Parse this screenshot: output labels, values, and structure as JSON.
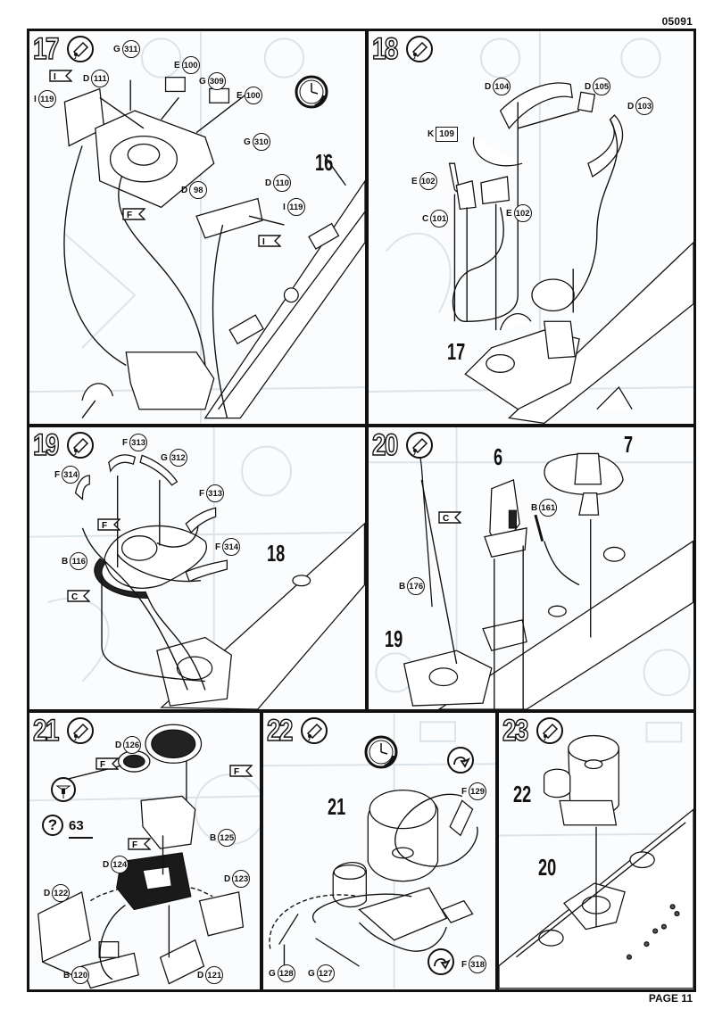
{
  "header": {
    "document_code": "05091"
  },
  "footer": {
    "page_label": "PAGE 11"
  },
  "colors": {
    "ink": "#111111",
    "paper": "#fbfcfd",
    "bleed_through": "#d4dde4"
  },
  "steps": [
    {
      "number": "17",
      "icon": "glue-tube-icon",
      "parts": [
        {
          "sprue": "G",
          "num": "311"
        },
        {
          "sprue": "E",
          "num": "100"
        },
        {
          "sprue": "G",
          "num": "309"
        },
        {
          "sprue": "E",
          "num": "100"
        },
        {
          "sprue": "D",
          "num": "111"
        },
        {
          "sprue": "I",
          "num": "119"
        },
        {
          "sprue": "G",
          "num": "310"
        },
        {
          "sprue": "D",
          "num": "98"
        },
        {
          "sprue": "D",
          "num": "110"
        },
        {
          "sprue": "I",
          "num": "119"
        }
      ],
      "paint_flags": [
        "I",
        "F",
        "I"
      ],
      "extra_icons": [
        "clock-drying-time-icon"
      ],
      "refs": [
        "16"
      ]
    },
    {
      "number": "18",
      "icon": "glue-tube-icon",
      "parts": [
        {
          "sprue": "D",
          "num": "104"
        },
        {
          "sprue": "D",
          "num": "105"
        },
        {
          "sprue": "D",
          "num": "103"
        },
        {
          "sprue": "K",
          "num": "109",
          "boxed": true
        },
        {
          "sprue": "E",
          "num": "102"
        },
        {
          "sprue": "E",
          "num": "102"
        },
        {
          "sprue": "C",
          "num": "101"
        }
      ],
      "refs": [
        "17"
      ]
    },
    {
      "number": "19",
      "icon": "glue-tube-icon",
      "parts": [
        {
          "sprue": "F",
          "num": "313"
        },
        {
          "sprue": "G",
          "num": "312"
        },
        {
          "sprue": "F",
          "num": "314"
        },
        {
          "sprue": "F",
          "num": "313"
        },
        {
          "sprue": "F",
          "num": "314"
        },
        {
          "sprue": "B",
          "num": "116"
        }
      ],
      "paint_flags": [
        "F",
        "C"
      ],
      "refs": [
        "18"
      ]
    },
    {
      "number": "20",
      "icon": "glue-tube-icon",
      "parts": [
        {
          "sprue": "B",
          "num": "161"
        },
        {
          "sprue": "B",
          "num": "176"
        }
      ],
      "paint_flags": [
        "C"
      ],
      "refs": [
        "6",
        "7",
        "19"
      ]
    },
    {
      "number": "21",
      "icon": "glue-tube-icon",
      "parts": [
        {
          "sprue": "D",
          "num": "126"
        },
        {
          "sprue": "B",
          "num": "125"
        },
        {
          "sprue": "D",
          "num": "124"
        },
        {
          "sprue": "D",
          "num": "123"
        },
        {
          "sprue": "D",
          "num": "122"
        },
        {
          "sprue": "B",
          "num": "120"
        },
        {
          "sprue": "D",
          "num": "121"
        }
      ],
      "paint_flags": [
        "F",
        "F",
        "F"
      ],
      "help": {
        "symbol": "?",
        "ref": "63"
      },
      "extra_icons": [
        "drill-icon"
      ]
    },
    {
      "number": "22",
      "icon": "glue-tube-icon",
      "parts": [
        {
          "sprue": "F",
          "num": "129"
        },
        {
          "sprue": "G",
          "num": "128"
        },
        {
          "sprue": "G",
          "num": "127"
        },
        {
          "sprue": "F",
          "num": "318"
        }
      ],
      "extra_icons": [
        "clock-drying-time-icon",
        "bend-part-icon",
        "bend-part-icon"
      ],
      "refs": [
        "21"
      ]
    },
    {
      "number": "23",
      "icon": "glue-tube-icon",
      "refs": [
        "22",
        "20"
      ]
    }
  ]
}
